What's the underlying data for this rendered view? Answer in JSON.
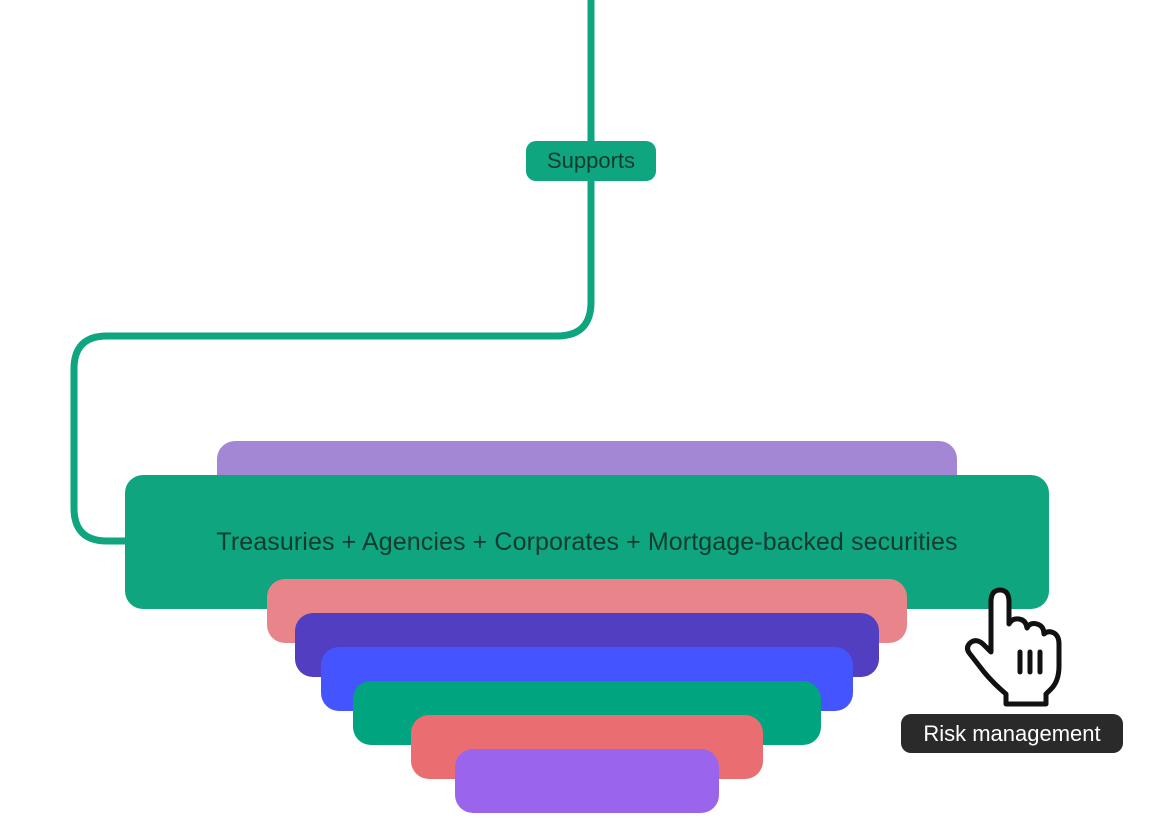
{
  "colors": {
    "connector": "#0ea57f",
    "edge_label_bg": "#0ea57f",
    "main_card_bg": "#0ea57f",
    "tooltip_bg": "#2a2a2a",
    "layers": {
      "back_purple": "#a487d4",
      "pink": "#e8858a",
      "indigo": "#523ec0",
      "blue": "#4455ff",
      "green": "#00a57f",
      "coral": "#ea6e71",
      "violet": "#9b64ed"
    }
  },
  "edge_label": {
    "text": "Supports"
  },
  "main_card": {
    "text": "Treasuries + Agencies + Corporates + Mortgage-backed securities"
  },
  "tooltip": {
    "text": "Risk management"
  },
  "cursor": {
    "icon": "hand-pointer-icon"
  }
}
